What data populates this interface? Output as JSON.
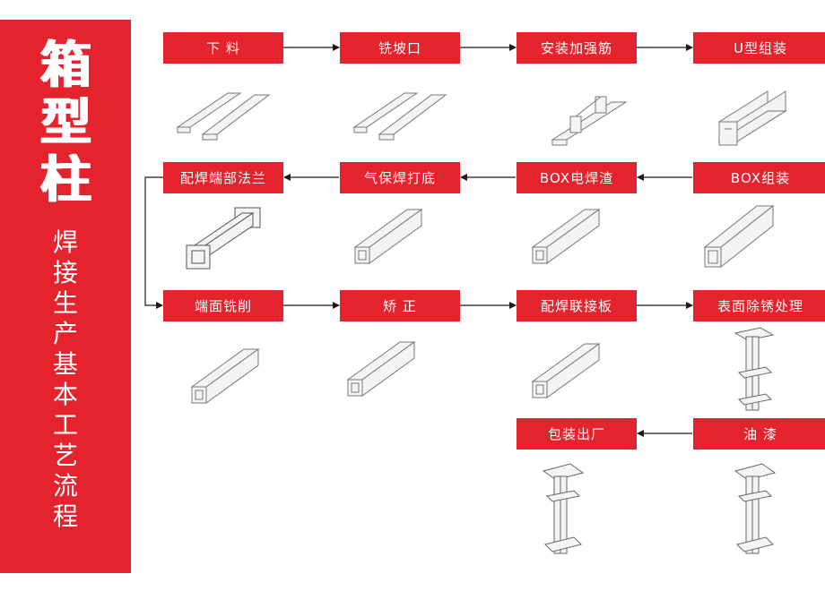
{
  "sidebar": {
    "title_chars": [
      "箱",
      "型",
      "柱"
    ],
    "subtitle_chars": [
      "焊",
      "接",
      "生",
      "产",
      "基",
      "本",
      "工",
      "艺",
      "流",
      "程"
    ]
  },
  "steps": {
    "s1": "下 料",
    "s2": "铣坡口",
    "s3": "安装加强筋",
    "s4": "U型组装",
    "s5": "BOX组装",
    "s6": "BOX电焊渣",
    "s7": "气保焊打底",
    "s8": "配焊端部法兰",
    "s9": "端面铣削",
    "s10": "矫 正",
    "s11": "配焊联接板",
    "s12": "表面除锈处理",
    "s13": "油 漆",
    "s14": "包装出厂"
  },
  "colors": {
    "accent": "#e4232d",
    "line": "#1a1a1a",
    "drawing": "#777777"
  },
  "icons": {
    "plates": "plates-illustration",
    "stiffener": "stiffener-illustration",
    "u-channel": "u-channel-illustration",
    "box-beam": "box-beam-illustration",
    "flange-box": "flange-box-illustration",
    "column": "column-illustration"
  }
}
